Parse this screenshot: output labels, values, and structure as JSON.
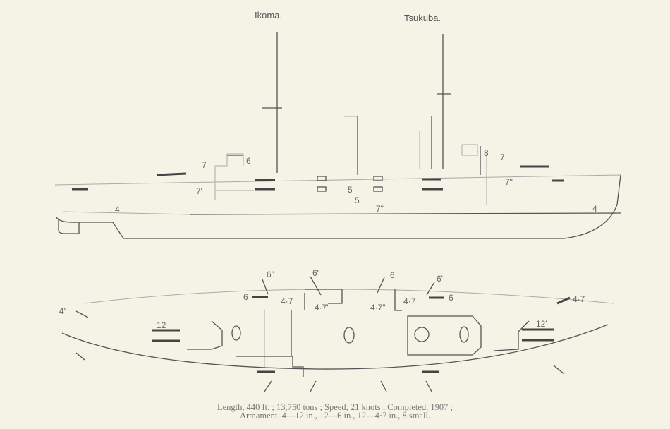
{
  "titles": {
    "left": "Ikoma.",
    "right": "Tsukuba."
  },
  "profile_labels": [
    "7",
    "6",
    "7'",
    "5",
    "5",
    "7\"",
    "4",
    "4",
    "8",
    "7",
    "7\""
  ],
  "plan_labels": [
    "6\"",
    "6",
    "4·7",
    "6'",
    "4·7'",
    "6",
    "4·7\"",
    "6'",
    "4·7",
    "6",
    "4·7",
    "4'",
    "12",
    "12'"
  ],
  "caption": {
    "line1": "Length, 440 ft. ; 13,750 tons ; Speed, 21 knots ; Completed, 1907 ;",
    "line2": "Armament. 4—12 in., 12—6 in., 12—4·7 in., 8 small."
  }
}
